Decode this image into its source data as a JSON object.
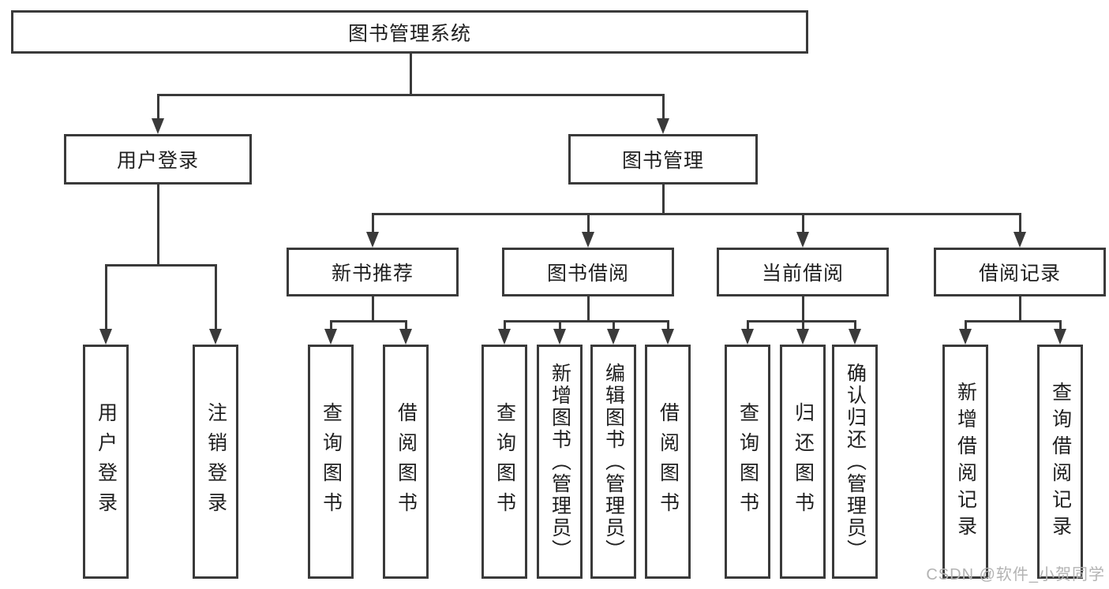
{
  "diagram": {
    "title": "图书管理系统",
    "branches": [
      {
        "label": "用户登录",
        "children": [
          {
            "label": "用户登录"
          },
          {
            "label": "注销登录"
          }
        ]
      },
      {
        "label": "图书管理",
        "children": [
          {
            "label": "新书推荐",
            "children": [
              {
                "label": "查询图书"
              },
              {
                "label": "借阅图书"
              }
            ]
          },
          {
            "label": "图书借阅",
            "children": [
              {
                "label": "查询图书"
              },
              {
                "label": "新增图书（管理员）"
              },
              {
                "label": "编辑图书（管理员）"
              },
              {
                "label": "借阅图书"
              }
            ]
          },
          {
            "label": "当前借阅",
            "children": [
              {
                "label": "查询图书"
              },
              {
                "label": "归还图书"
              },
              {
                "label": "确认归还（管理员）"
              }
            ]
          },
          {
            "label": "借阅记录",
            "children": [
              {
                "label": "新增借阅记录"
              },
              {
                "label": "查询借阅记录"
              }
            ]
          }
        ]
      }
    ]
  },
  "watermark": "CSDN @软件_小贺同学",
  "colors": {
    "line": "#3a3a3a",
    "text": "#1f1f1f",
    "watermark": "#b3b3b3",
    "background": "#ffffff"
  }
}
